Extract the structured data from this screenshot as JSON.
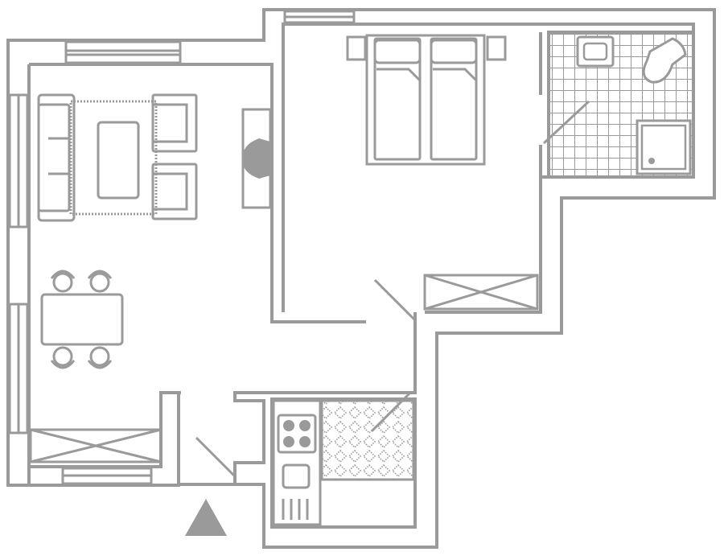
{
  "diagram": {
    "type": "apartment-floor-plan",
    "style": {
      "line_color": "#9a9a9a",
      "fill_color": "#9a9a9a",
      "background": "#ffffff"
    },
    "rooms": [
      {
        "name": "living-dining-room",
        "furniture": [
          "sofa",
          "coffee-table",
          "armchair",
          "armchair",
          "rug",
          "dining-table",
          "dining-chair",
          "dining-chair",
          "dining-chair",
          "dining-chair",
          "fireplace"
        ]
      },
      {
        "name": "bedroom",
        "furniture": [
          "double-bed",
          "pillow",
          "pillow",
          "nightstand",
          "nightstand",
          "wardrobe"
        ]
      },
      {
        "name": "bathroom",
        "furniture": [
          "washbasin",
          "toilet",
          "shower"
        ]
      },
      {
        "name": "kitchen",
        "furniture": [
          "stove",
          "sink",
          "dishwasher"
        ]
      },
      {
        "name": "hallway",
        "furniture": [
          "wardrobe"
        ]
      }
    ],
    "entrance_marker": "triangle-icon"
  }
}
